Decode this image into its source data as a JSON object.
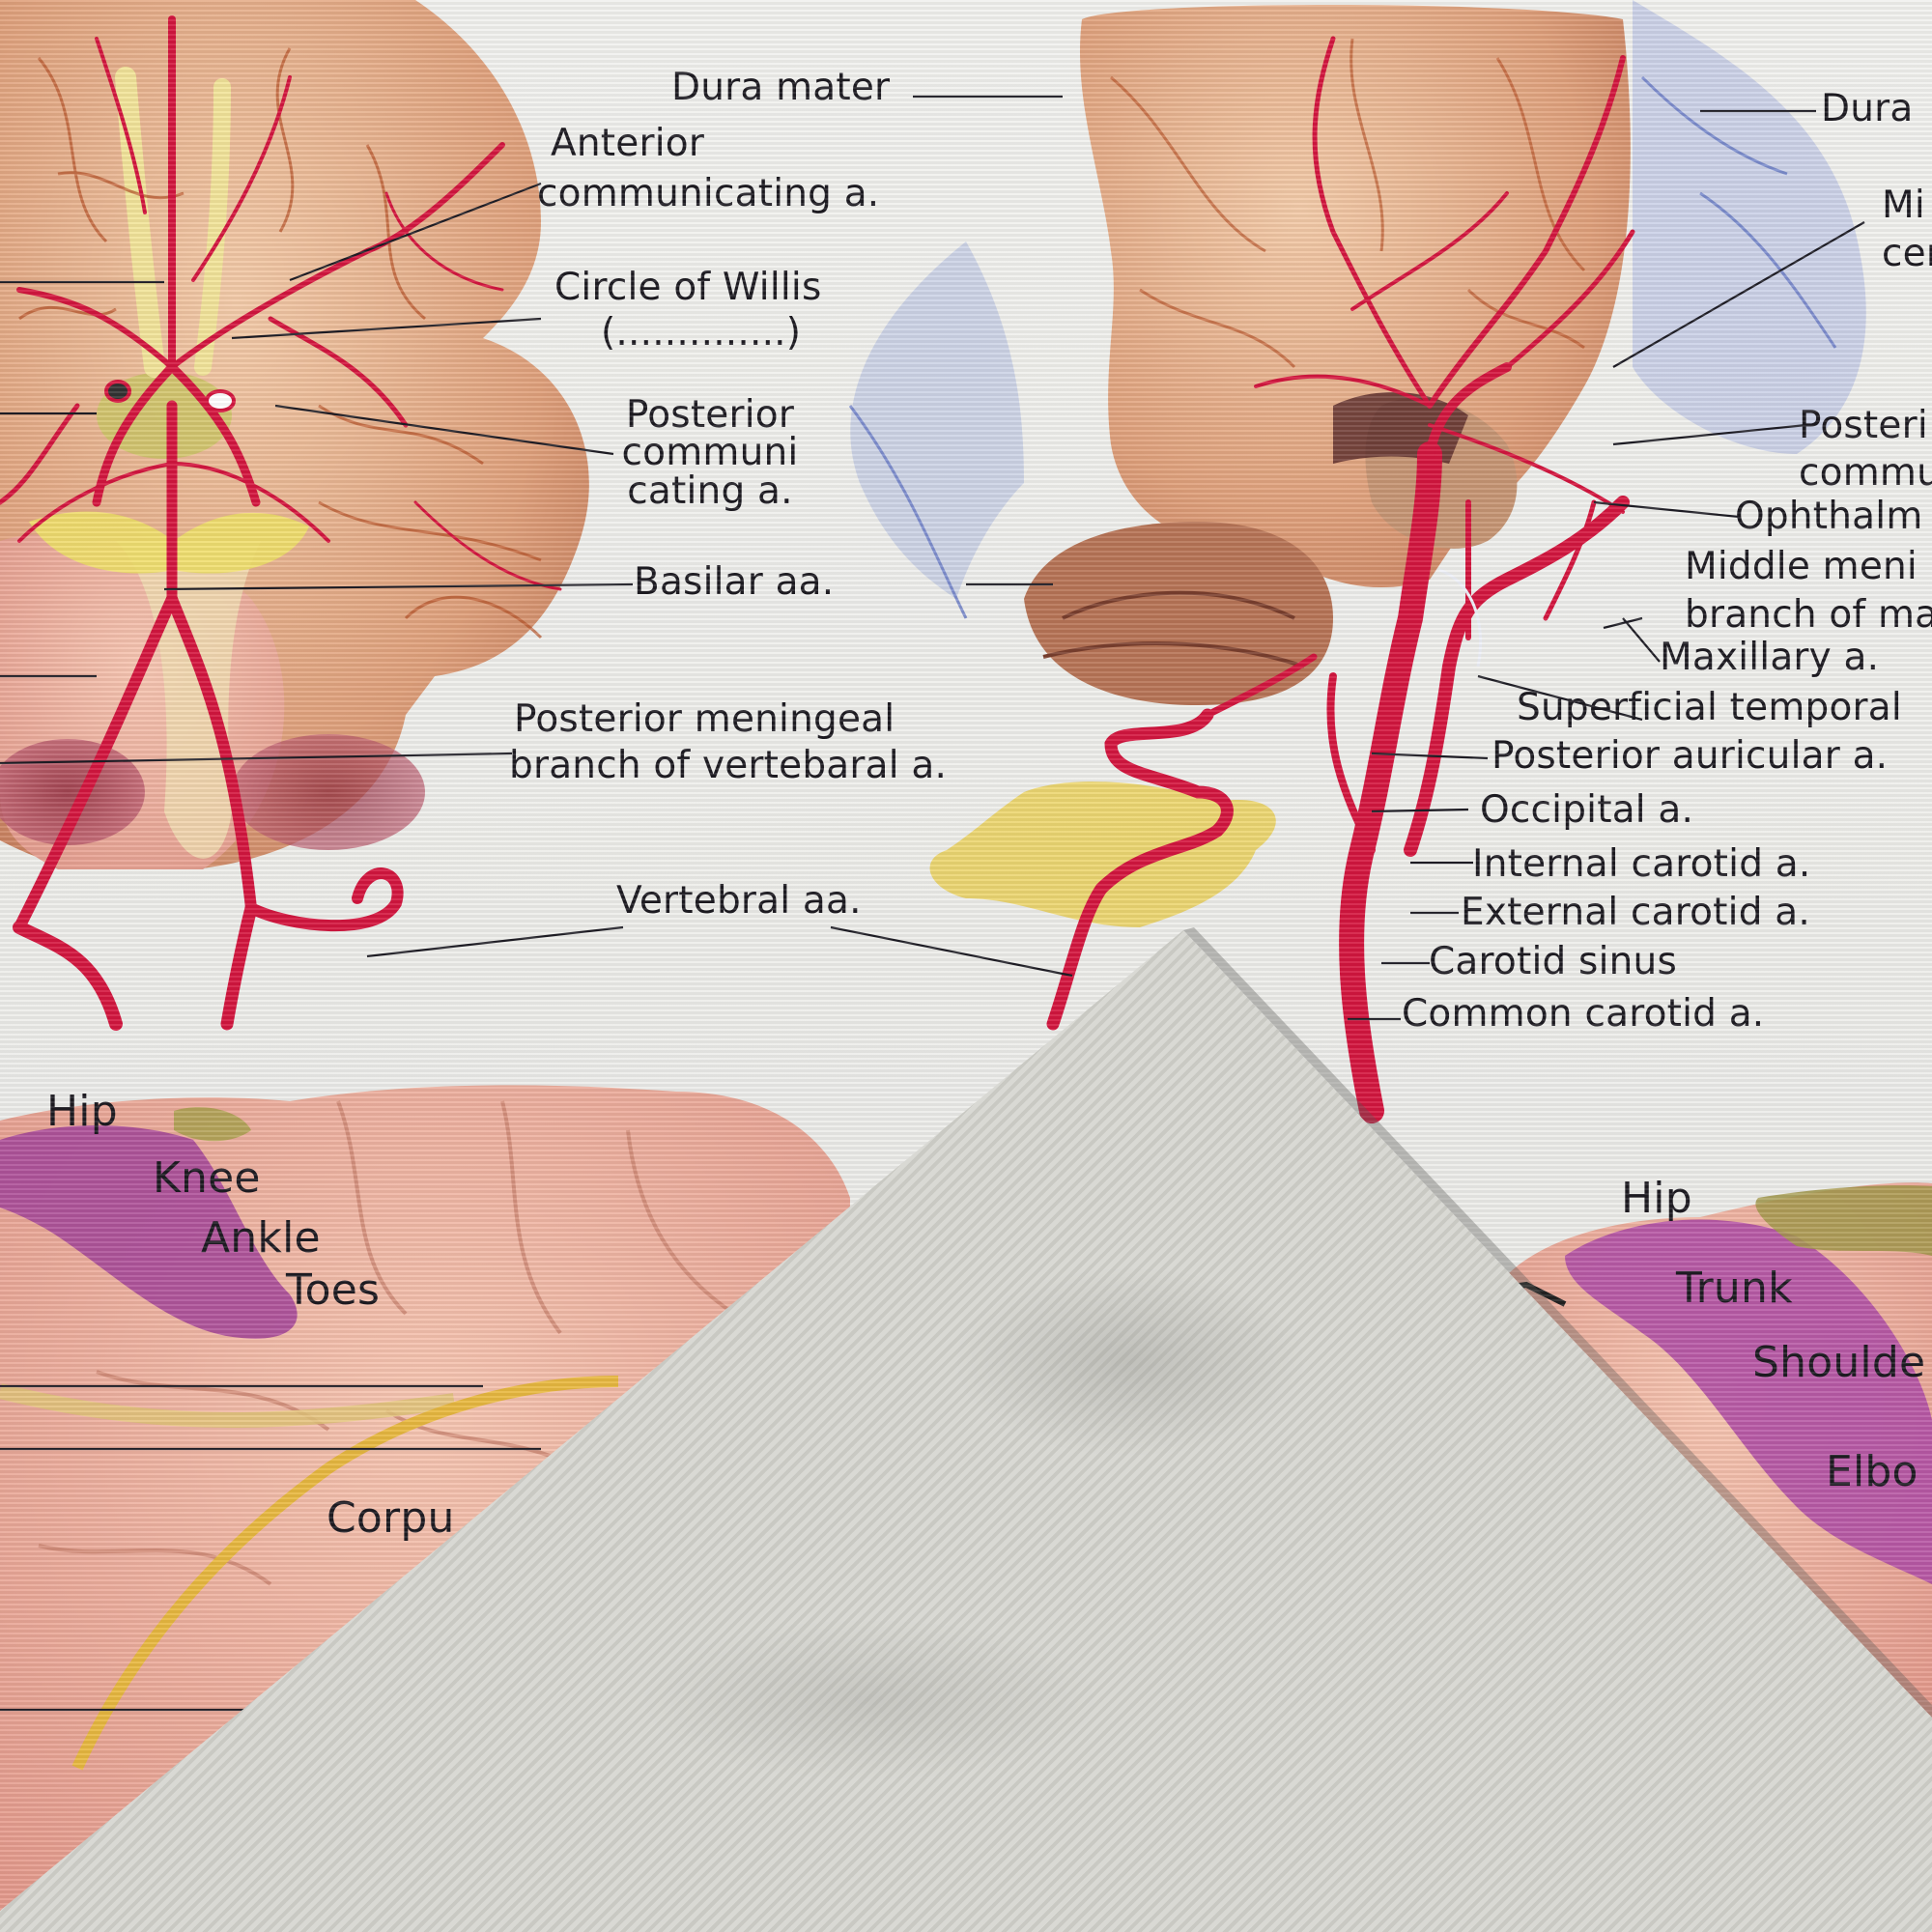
{
  "labels": {
    "top_left": {
      "dura_mater": "Dura mater",
      "anterior_communicating": [
        "Anterior",
        "communicating a."
      ],
      "circle_of_willis": [
        "Circle of Willis",
        "(..............)"
      ],
      "posterior_communicating": [
        "Posterior",
        "communi",
        "cating a."
      ],
      "basilar": "Basilar aa.",
      "posterior_meningeal": [
        "Posterior meningeal",
        "branch of vertebaral a."
      ],
      "vertebral": "Vertebral aa."
    },
    "top_right": {
      "dura_partial": "Dura",
      "middle_cerebral_partial": [
        "Mi",
        "cer"
      ],
      "posterior_partial": [
        "Posteri",
        "commu"
      ],
      "ophthalmic_partial": "Ophthalm",
      "middle_meningeal_partial": [
        "Middle meni",
        "branch of ma"
      ],
      "maxillary": "Maxillary a.",
      "superficial_temporal": "Superficial temporal",
      "posterior_auricular": "Posterior auricular a.",
      "occipital": "Occipital a.",
      "internal_carotid": "Internal carotid a.",
      "external_carotid": "External carotid a.",
      "carotid_sinus": "Carotid sinus",
      "common_carotid": "Common carotid a."
    },
    "bottom_left": {
      "hip": "Hip",
      "knee": "Knee",
      "ankle": "Ankle",
      "toes": "Toes",
      "corpus_partial": "Corpu"
    },
    "bottom_right": {
      "hip": "Hip",
      "trunk": "Trunk",
      "shoulder_partial": "Shoulde",
      "elbow_partial": "Elbo"
    }
  },
  "colors": {
    "artery": "#d4163f",
    "brain": "#e9b48f",
    "vein": "#7d8fcf",
    "motor_area": "#a23a92",
    "nerve": "#e8c95a",
    "paper": "#ecece8"
  }
}
